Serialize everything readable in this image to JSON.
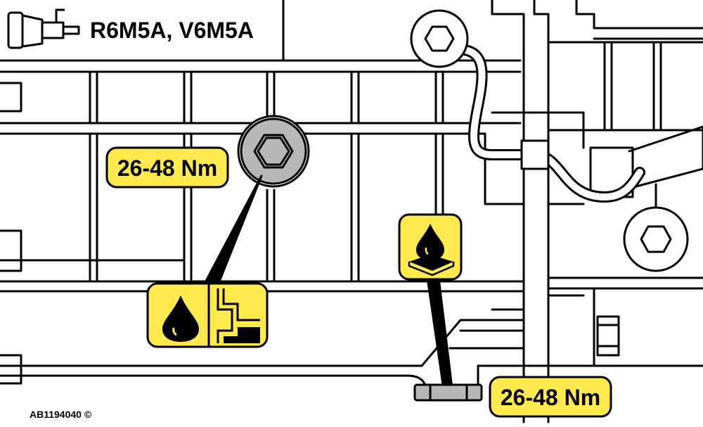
{
  "header": {
    "model_label": "R6M5A, V6M5A"
  },
  "torque_labels": [
    {
      "text": "26-48 Nm"
    },
    {
      "text": "26-48 Nm"
    }
  ],
  "footer": {
    "figure_id": "AB1194040 ©"
  },
  "icons": {
    "transmission": "transmission-icon",
    "fill_plug_oil": "oil-fill-level-icon",
    "drain_oil": "oil-drain-icon"
  },
  "colors": {
    "label_fill": "#FFE94D",
    "plug_grey": "#B7B7B7",
    "outline": "#000000"
  }
}
